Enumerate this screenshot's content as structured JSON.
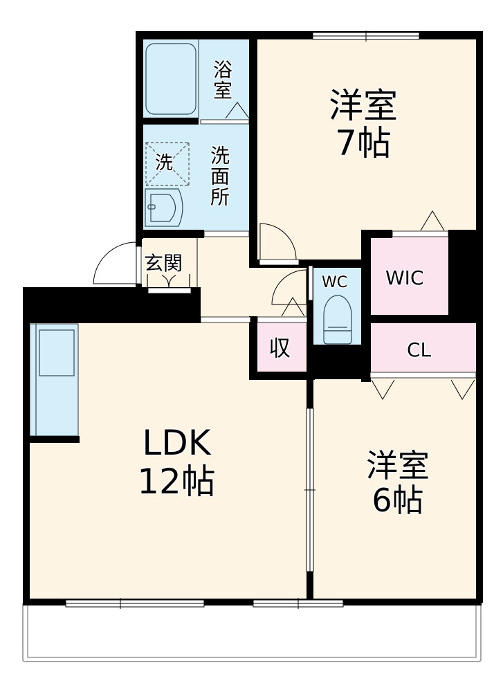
{
  "floorplan": {
    "colors": {
      "wall": "#000000",
      "living_floor": "#fdf4e3",
      "wet_area": "#d4eefa",
      "storage": "#fbe4ee",
      "balcony": "#ffffff",
      "window": "#ffffff"
    },
    "rooms": {
      "western_room_7": {
        "name": "洋室",
        "size": "7帖"
      },
      "western_room_6": {
        "name": "洋室",
        "size": "6帖"
      },
      "ldk": {
        "name": "LDK",
        "size": "12帖"
      },
      "bathroom": {
        "name": "浴室"
      },
      "washroom": {
        "name": "洗面所"
      },
      "washing_machine": {
        "name": "洗"
      },
      "entrance": {
        "name": "玄関"
      },
      "toilet": {
        "name": "WC"
      },
      "walk_in_closet": {
        "name": "WIC"
      },
      "closet": {
        "name": "CL"
      },
      "storage": {
        "name": "収"
      }
    },
    "balcony": {
      "label": ""
    }
  }
}
